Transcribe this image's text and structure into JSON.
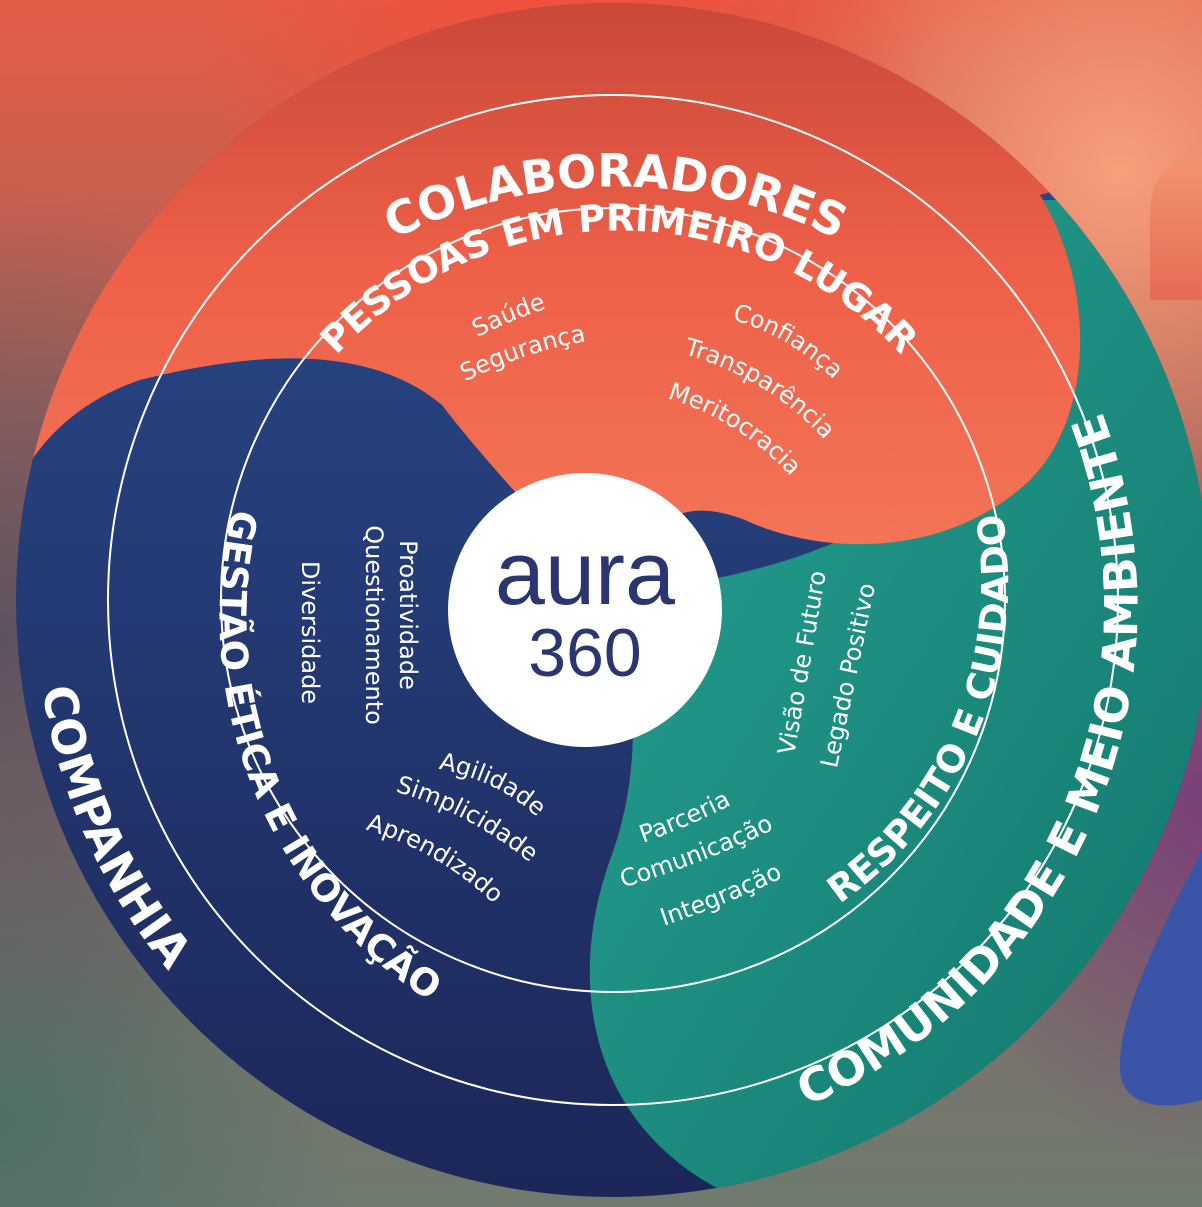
{
  "diagram": {
    "logo": {
      "word": "aura",
      "number": "360"
    },
    "segments": {
      "colaboradores": {
        "outer": "COLABORADORES",
        "inner": "PESSOAS EM PRIMEIRO LUGAR",
        "values_left": [
          "Saúde",
          "Segurança"
        ],
        "values_right": [
          "Confiança",
          "Transparência",
          "Meritocracia"
        ],
        "color": "#ee6048"
      },
      "companhia": {
        "outer": "COMPANHIA",
        "inner": "GESTÃO ÉTICA E INOVAÇÃO",
        "values_left": [
          "Proatividade",
          "Questionamento",
          "Diversidade"
        ],
        "values_bottom": [
          "Agilidade",
          "Simplicidade",
          "Aprendizado"
        ],
        "color": "#243a74"
      },
      "comunidade": {
        "outer": "COMUNIDADE E MEIO AMBIENTE",
        "inner": "RESPEITO E CUIDADO",
        "values_right": [
          "Visão de Futuro",
          "Legado Positivo"
        ],
        "values_bottom": [
          "Parceria",
          "Comunicação",
          "Integração"
        ],
        "color": "#1f9a8a"
      }
    }
  }
}
